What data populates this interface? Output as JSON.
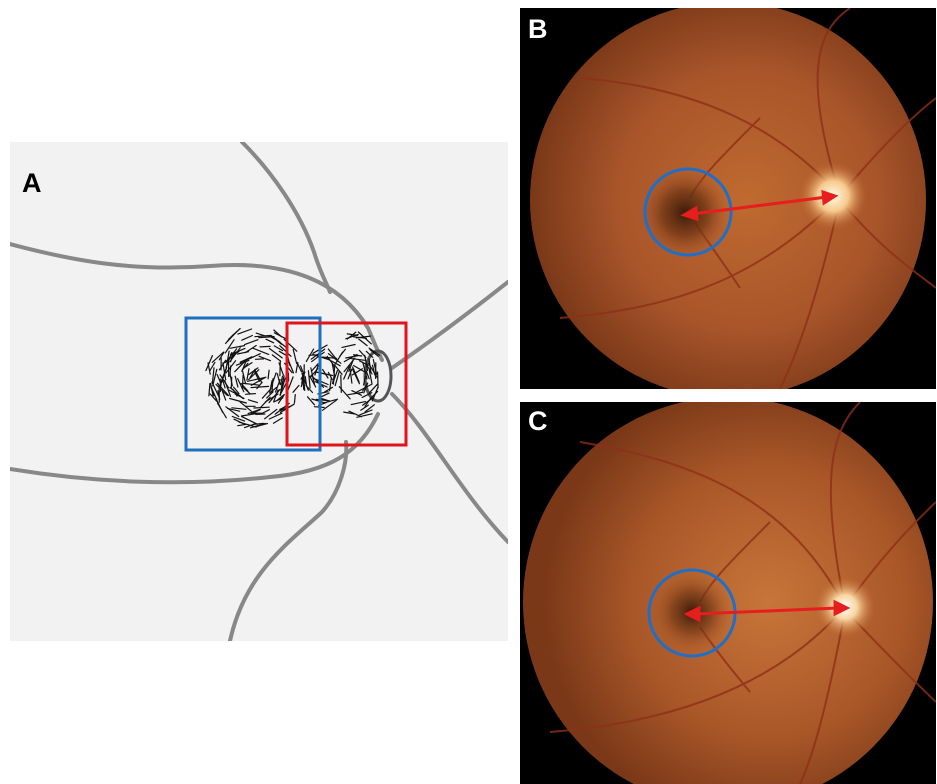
{
  "panels": {
    "a": {
      "label": "A"
    },
    "b": {
      "label": "B"
    },
    "c": {
      "label": "C"
    }
  },
  "colors": {
    "macula_box": "#1f6fbf",
    "disc_box": "#e0141e",
    "macula_circle": "#1e6fc8",
    "distance_arrow": "#e61e1e",
    "vessel_schematic": "#888888",
    "fundus_base": "#b05a25"
  }
}
